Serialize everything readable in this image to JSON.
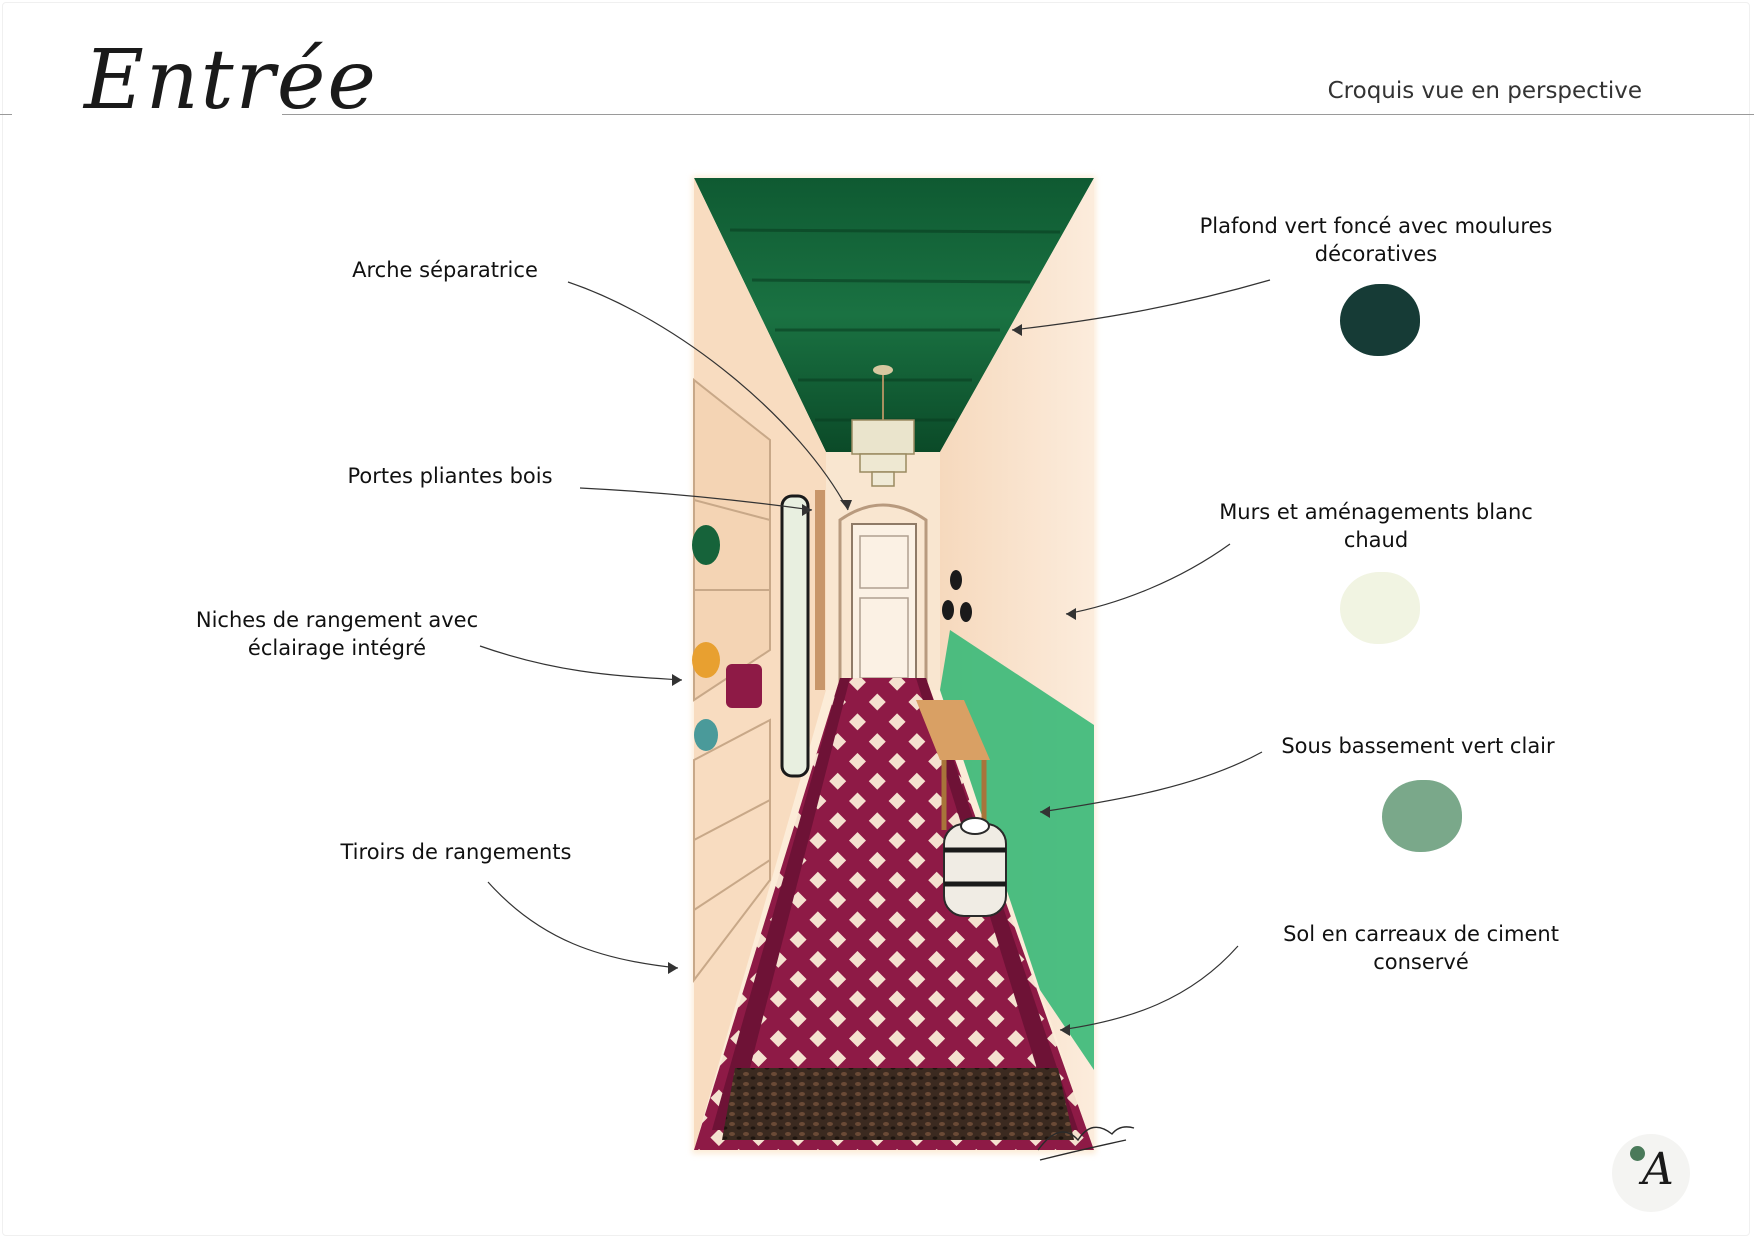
{
  "header": {
    "title": "Entrée",
    "subtitle": "Croquis vue en perspective"
  },
  "labels": {
    "arche": "Arche séparatrice",
    "portes": "Portes pliantes bois",
    "niches_line1": "Niches de rangement avec",
    "niches_line2": "éclairage intégré",
    "tiroirs": "Tiroirs de rangements",
    "plafond_line1": "Plafond vert foncé avec moulures",
    "plafond_line2": "décoratives",
    "murs_line1": "Murs et aménagements blanc",
    "murs_line2": "chaud",
    "sous_bassement": "Sous bassement vert clair",
    "sol_line1": "Sol en carreaux de ciment",
    "sol_line2": "conservé"
  },
  "swatches": {
    "dark_green": "#163b36",
    "warm_white": "#f1f4e2",
    "light_green": "#7aa88a"
  },
  "colors": {
    "ceiling": "#16633a",
    "wall": "#f8e2c8",
    "wall_light": "#fcecd8",
    "floor": "#8e1a46",
    "floor_tile": "#f5e1cf",
    "baseboard_green": "#3dba7a",
    "mat": "#3b2a20",
    "logo_dot": "#4a7a5a"
  },
  "logo": {
    "letter": "A"
  }
}
